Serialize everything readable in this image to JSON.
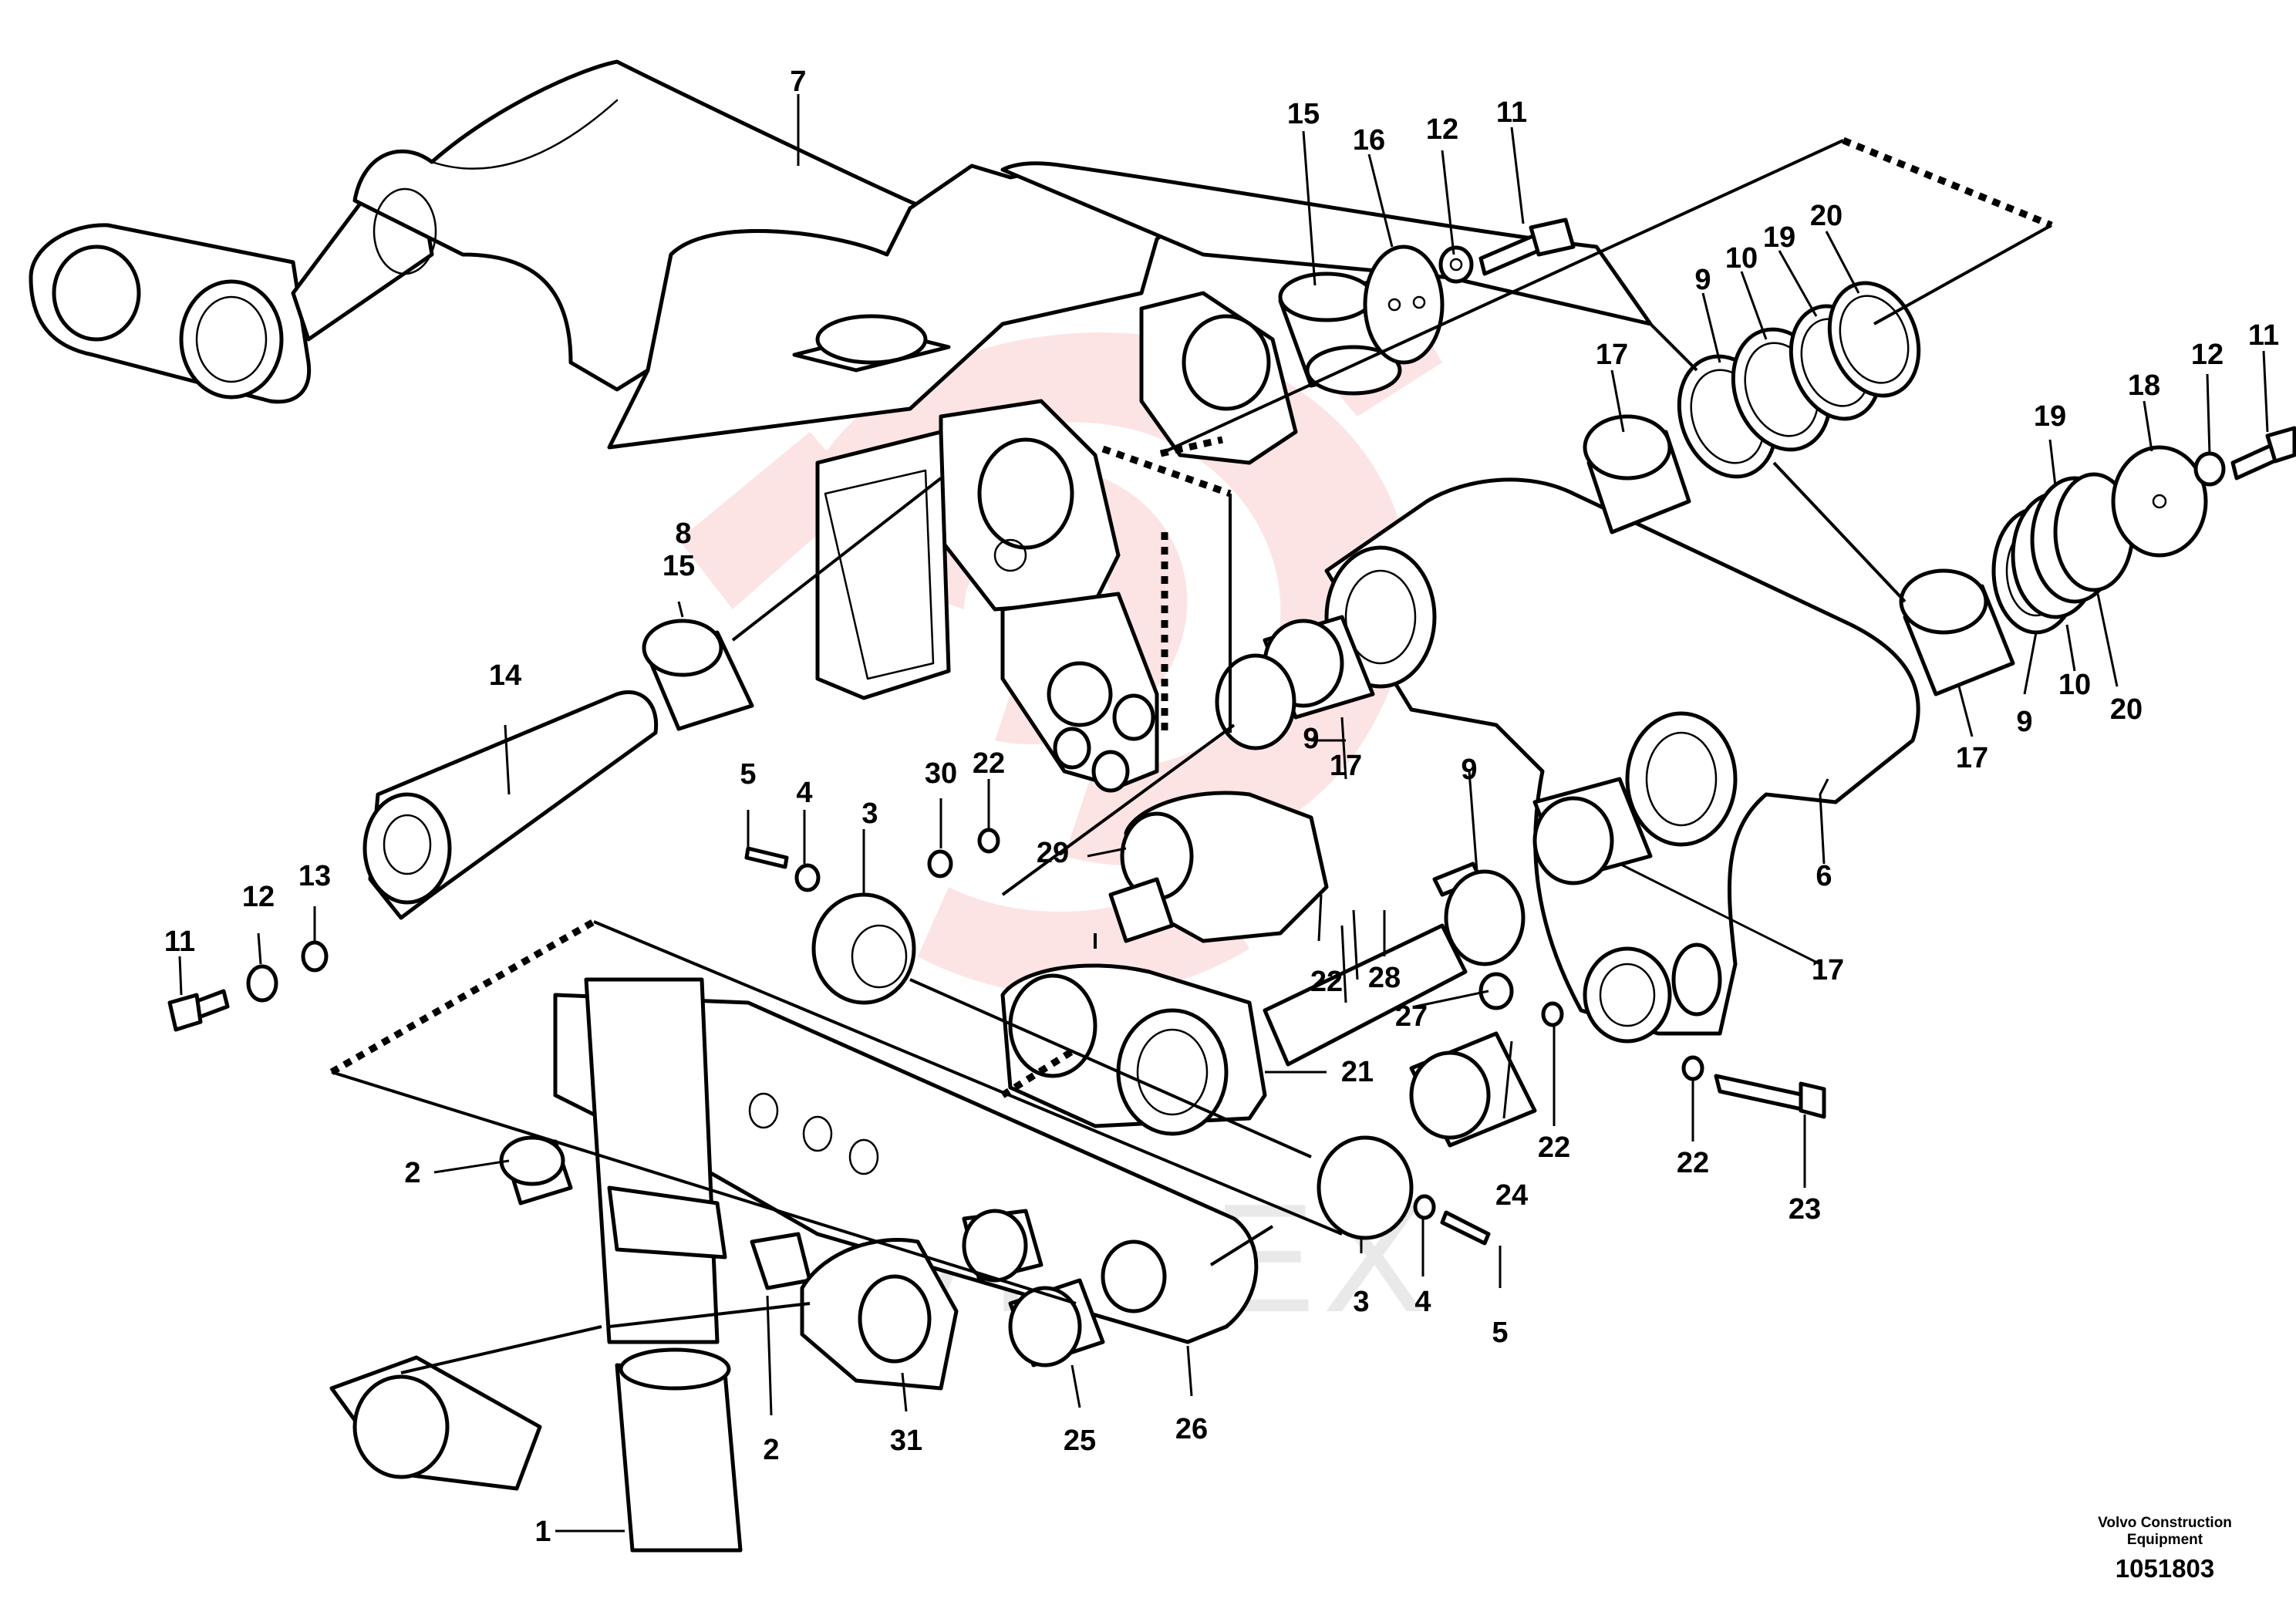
{
  "callouts": [
    "1",
    "2",
    "2",
    "3",
    "3",
    "4",
    "4",
    "5",
    "5",
    "6",
    "7",
    "8",
    "9",
    "9",
    "9",
    "9",
    "10",
    "10",
    "11",
    "11",
    "11",
    "12",
    "12",
    "12",
    "13",
    "14",
    "15",
    "15",
    "16",
    "17",
    "17",
    "17",
    "17",
    "18",
    "19",
    "19",
    "20",
    "20",
    "21",
    "22",
    "22",
    "22",
    "22",
    "23",
    "24",
    "25",
    "26",
    "27",
    "28",
    "29",
    "30",
    "31"
  ],
  "credit": {
    "line1": "Volvo Construction",
    "line2": "Equipment"
  },
  "figure_number": "1051803",
  "watermark": {
    "text": "VHTEX",
    "logo_color": "#e8202a"
  }
}
